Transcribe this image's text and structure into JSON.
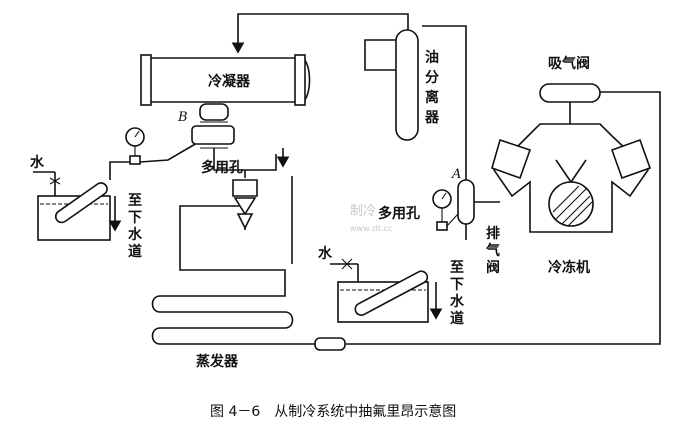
{
  "labels": {
    "condenser": "冷凝器",
    "oil_separator": [
      "油",
      "分",
      "离",
      "器"
    ],
    "suction_valve": "吸气阀",
    "discharge_valve": [
      "排",
      "气",
      "阀"
    ],
    "compressor": "冷冻机",
    "multi_port_1": "多用孔",
    "multi_port_2": "多用孔",
    "water_1": "水",
    "water_2": "水",
    "drain_1": [
      "至",
      "下",
      "水",
      "道"
    ],
    "drain_2": [
      "至",
      "下",
      "水",
      "道"
    ],
    "evaporator": "蒸发器",
    "point_a": "A",
    "point_b": "B"
  },
  "watermark": [
    "制冷",
    "www.zlt.cc"
  ],
  "caption": "图 4－6　从制冷系统中抽氟里昂示意图"
}
